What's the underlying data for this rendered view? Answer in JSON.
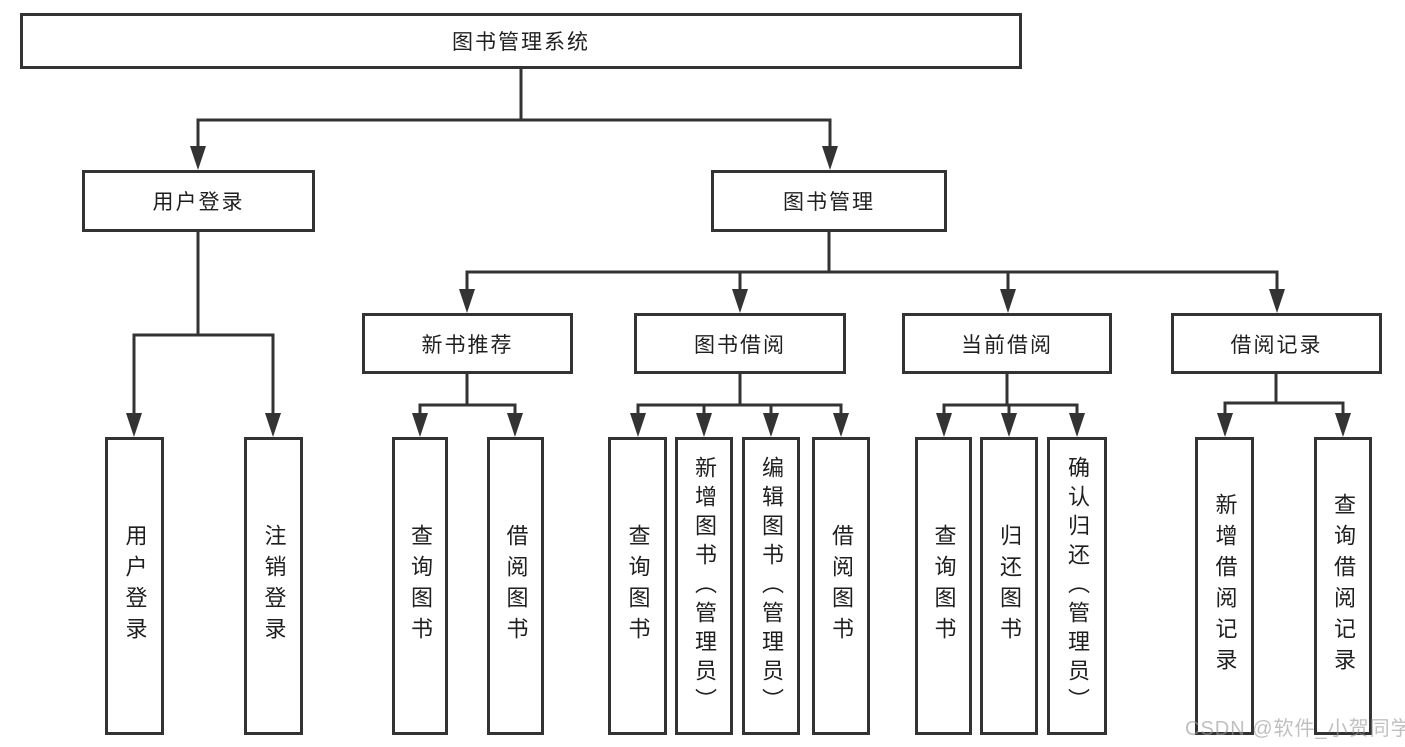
{
  "diagram": {
    "type": "tree",
    "root": {
      "label": "图书管理系统",
      "children": [
        {
          "label": "用户登录",
          "children": [
            {
              "label": "用户登录"
            },
            {
              "label": "注销登录"
            }
          ]
        },
        {
          "label": "图书管理",
          "children": [
            {
              "label": "新书推荐",
              "children": [
                {
                  "label": "查询图书"
                },
                {
                  "label": "借阅图书"
                }
              ]
            },
            {
              "label": "图书借阅",
              "children": [
                {
                  "label": "查询图书"
                },
                {
                  "label": "新增图书（管理员）"
                },
                {
                  "label": "编辑图书（管理员）"
                },
                {
                  "label": "借阅图书"
                }
              ]
            },
            {
              "label": "当前借阅",
              "children": [
                {
                  "label": "查询图书"
                },
                {
                  "label": "归还图书"
                },
                {
                  "label": "确认归还（管理员）"
                }
              ]
            },
            {
              "label": "借阅记录",
              "children": [
                {
                  "label": "新增借阅记录"
                },
                {
                  "label": "查询借阅记录"
                }
              ]
            }
          ]
        }
      ]
    }
  },
  "watermark": "CSDN @软件_小贺同学",
  "colors": {
    "line": "#333333",
    "border": "#333333",
    "text": "#1f1f1f",
    "background": "#ffffff",
    "watermark": "#9a9a9a"
  }
}
